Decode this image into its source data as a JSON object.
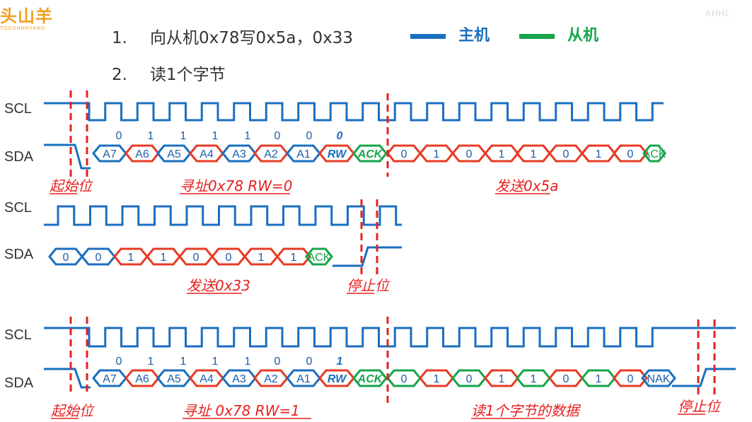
{
  "logo": {
    "text": "头山羊",
    "subtext": "TOUSHANYANG"
  },
  "watermark": "AHHL",
  "steps": [
    {
      "num": "1.",
      "text": "向从机0x78写0x5a，0x33"
    },
    {
      "num": "2.",
      "text": "读1个字节"
    }
  ],
  "legend": [
    {
      "label": "主机",
      "color": "#1a6fc0"
    },
    {
      "label": "从机",
      "color": "#15a54a"
    }
  ],
  "colors": {
    "master": "#1a6fc0",
    "slave": "#15a54a",
    "data": "#e63b25",
    "label": "#e62020"
  },
  "signal_names": {
    "scl": "SCL",
    "sda": "SDA"
  },
  "diagram1": {
    "addr_bits": [
      "0",
      "1",
      "1",
      "1",
      "1",
      "0",
      "0"
    ],
    "addr_labels": [
      "A7",
      "A6",
      "A5",
      "A4",
      "A3",
      "A2",
      "A1"
    ],
    "rw_bit": "0",
    "rw_label": "RW",
    "ack1": "ACK",
    "byte_bits": [
      "0",
      "1",
      "0",
      "1",
      "1",
      "0",
      "1",
      "0"
    ],
    "ack2": "ACK",
    "labels": {
      "start": "起始位",
      "addr": "寻址0x78  RW=0",
      "send": "发送0x5a"
    }
  },
  "diagram2": {
    "byte_bits": [
      "0",
      "0",
      "1",
      "1",
      "0",
      "0",
      "1",
      "1"
    ],
    "ack": "ACK",
    "labels": {
      "send": "发送0x33",
      "stop": "停止位"
    }
  },
  "diagram3": {
    "addr_bits": [
      "0",
      "1",
      "1",
      "1",
      "1",
      "0",
      "0"
    ],
    "addr_labels": [
      "A7",
      "A6",
      "A5",
      "A4",
      "A3",
      "A2",
      "A1"
    ],
    "rw_bit": "1",
    "rw_label": "RW",
    "ack1": "ACK",
    "byte_bits": [
      "0",
      "1",
      "0",
      "1",
      "1",
      "0",
      "1",
      "0"
    ],
    "nak": "NAK",
    "labels": {
      "start": "起始位",
      "addr": "寻址  0x78  RW=1",
      "read": "读1个字节的数据",
      "stop": "停止位"
    }
  }
}
